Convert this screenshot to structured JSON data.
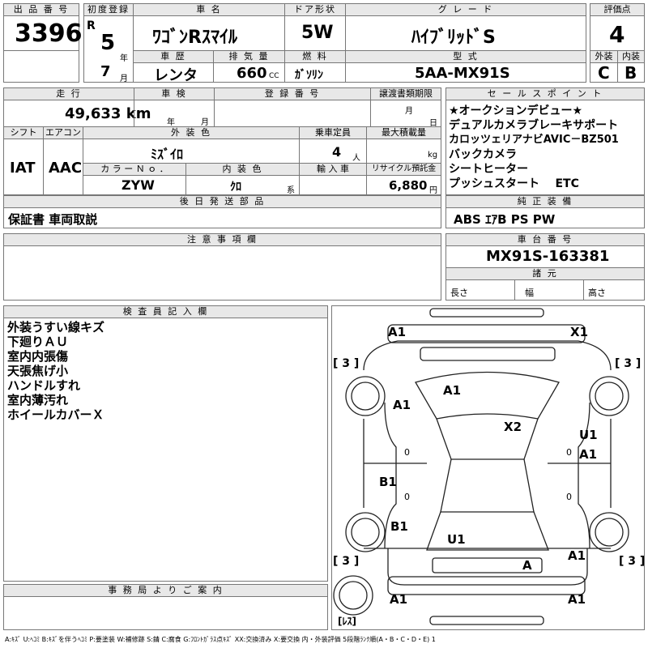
{
  "header": {
    "lot_label": "出 品 番 号",
    "lot_number": "3396",
    "first_reg_label": "初度登録",
    "era": "R",
    "year": "5",
    "year_unit": "年",
    "month": "7",
    "month_unit": "月",
    "model_label": "車 名",
    "model_name": "ﾜｺﾞﾝRｽﾏｲﾙ",
    "doors_label": "ドア形状",
    "doors": "5W",
    "grade_label": "グ レ ー ド",
    "grade": "ﾊｲﾌﾞﾘｯﾄﾞS",
    "score_label": "評価点",
    "score": "4",
    "history_label": "車 歴",
    "history": "レンタ",
    "displacement_label": "排 気 量",
    "displacement": "660",
    "displacement_unit": "CC",
    "fuel_label": "燃 料",
    "fuel": "ｶﾞｿﾘﾝ",
    "type_label": "型 式",
    "type_code": "5AA-MX91S",
    "exterior_label": "外装",
    "exterior_grade": "C",
    "interior_label": "内装",
    "interior_grade": "B"
  },
  "row2": {
    "mileage_label": "走 行",
    "mileage": "49,633 km",
    "inspection_label": "車 検",
    "inspection_year_unit": "年",
    "inspection_month_unit": "月",
    "reg_label": "登 録 番 号",
    "transfer_label": "譲渡書類期限",
    "transfer_month_unit": "月",
    "transfer_day_unit": "日",
    "shift_label": "シフト",
    "shift": "IAT",
    "ac_label": "エアコン",
    "ac": "AAC",
    "color_label": "外 装 色",
    "color": "ﾐｽﾞｲﾛ",
    "color_no_label": "カ ラ ー Ｎ ｏ ．",
    "color_no": "ZYW",
    "int_color_label": "内 装 色",
    "int_color": "ｸﾛ",
    "int_color_suffix": "系",
    "seats_label": "乗車定員",
    "seats": "4",
    "seats_unit": "人",
    "load_label": "最大積載量",
    "load_unit": "kg",
    "import_label": "輸 入 車",
    "recycle_label": "リサイクル預託金",
    "recycle": "6,880",
    "recycle_unit": "円"
  },
  "sales_points": {
    "label": "セ ー ル ス ポ イ ン ト",
    "lines": [
      "★オークションデビュー★",
      "デュアルカメラブレーキサポート",
      "カロッツェリアナビAVIC－BZ501",
      "バックカメラ",
      "シートヒーター",
      "プッシュスタート    ETC"
    ]
  },
  "later_parts": {
    "label": "後 日 発 送 部 品",
    "text": "保証書 車両取説"
  },
  "equipment": {
    "label": "純 正 装 備",
    "text": "ABS ｴｱB PS PW"
  },
  "notes": {
    "label": "注 意 事 項 欄"
  },
  "chassis": {
    "label": "車 台 番 号",
    "number": "MX91S-163381",
    "dims_label": "諸 元",
    "length_label": "長さ",
    "width_label": "幅",
    "height_label": "高さ"
  },
  "inspector": {
    "label": "検 査 員 記 入 欄",
    "lines": [
      "外装うすい線キズ",
      "下廻りＡＵ",
      "室内内張傷",
      "天張焦げ小",
      "ハンドルすれ",
      "室内薄汚れ",
      "ホイールカバーＸ"
    ]
  },
  "office": {
    "label": "事 務 局 よ り ご 案 内"
  },
  "diagram": {
    "marks": [
      "A1",
      "X1",
      "A1",
      "A1",
      "X2",
      "U1",
      "A1",
      "B1",
      "B1",
      "U1",
      "A1",
      "A",
      "A1",
      "A1"
    ],
    "tires": [
      "[ 3 ]",
      "[ 3 ]",
      "[ 3 ]",
      "[ 3 ]",
      "[ﾚｽ]"
    ],
    "zeros": [
      "0",
      "0",
      "0",
      "0"
    ]
  },
  "legend": "A:ｷｽﾞ U:ﾍｺﾐ B:ｷｽﾞを伴うﾍｺﾐ P:要塗装 W:補修跡 S:錆 C:腐食 G:ﾌﾛﾝﾄｶﾞﾗｽ点ｷｽﾞ XX:交換済み X:要交換  内・外装評価 5段階ﾗﾝｸ順(A・B・C・D・E) 1"
}
